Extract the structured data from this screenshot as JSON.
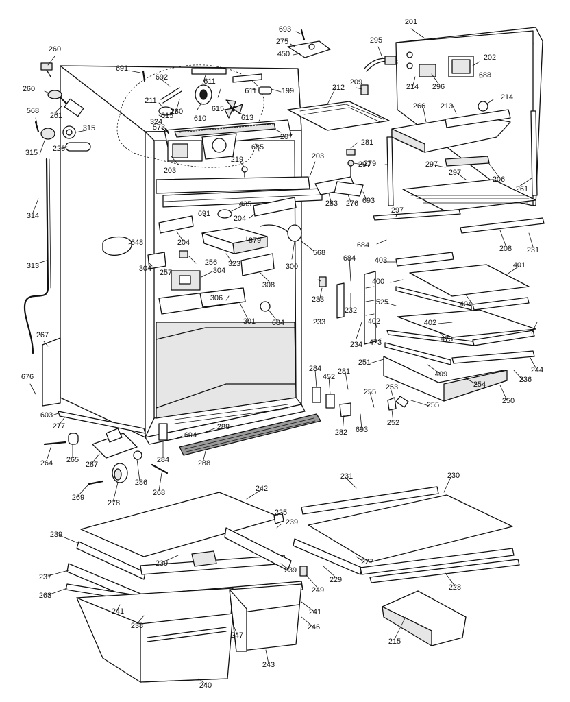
{
  "callouts": [
    "260",
    "691",
    "692",
    "611",
    "693",
    "275",
    "450",
    "295",
    "201",
    "260",
    "261",
    "568",
    "315",
    "315",
    "226",
    "611",
    "199",
    "212",
    "209",
    "202",
    "314",
    "313",
    "267",
    "676",
    "603",
    "277",
    "211",
    "280",
    "610",
    "615",
    "615",
    "613",
    "573",
    "324",
    "207",
    "685",
    "214",
    "296",
    "688",
    "266",
    "213",
    "214",
    "203",
    "219",
    "203",
    "279",
    "281",
    "297",
    "297",
    "297",
    "206",
    "261",
    "691",
    "435",
    "204",
    "204",
    "648",
    "879",
    "568",
    "283",
    "276",
    "693",
    "297",
    "684",
    "208",
    "231",
    "304",
    "257",
    "256",
    "304",
    "323",
    "300",
    "308",
    "684",
    "403",
    "401",
    "233",
    "400",
    "404",
    "233",
    "306",
    "301",
    "684",
    "232",
    "234",
    "525",
    "402",
    "402",
    "473",
    "473",
    "251",
    "409",
    "244",
    "236",
    "254",
    "250",
    "284",
    "452",
    "281",
    "255",
    "253",
    "255",
    "282",
    "693",
    "252",
    "264",
    "265",
    "287",
    "694",
    "288",
    "288",
    "286",
    "284",
    "268",
    "269",
    "278",
    "242",
    "231",
    "230",
    "225",
    "239",
    "239",
    "239",
    "239",
    "227",
    "237",
    "263",
    "249",
    "229",
    "228",
    "241",
    "238",
    "241",
    "246",
    "247",
    "243",
    "240",
    "215"
  ],
  "colors": {
    "line": "#111111",
    "paper": "#ffffff",
    "shade": "#e6e6e6"
  }
}
